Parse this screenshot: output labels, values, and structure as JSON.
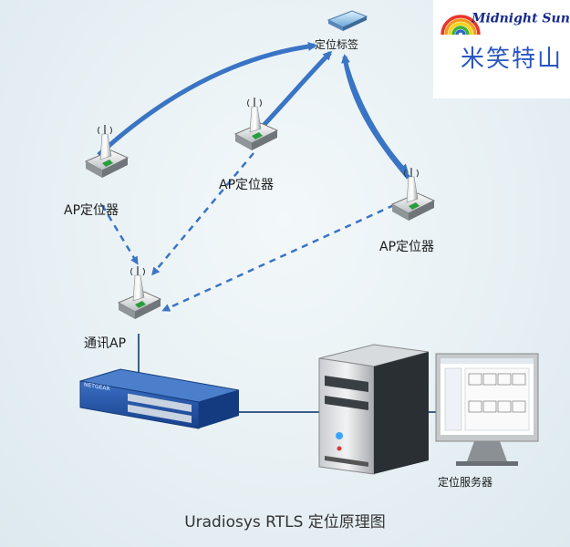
{
  "brand": {
    "name_en": "Midnight Sun",
    "registered_mark": "®",
    "name_cn": "米笑特山"
  },
  "nodes": {
    "tag": "定位标签",
    "ap_left": "AP定位器",
    "ap_middle": "AP定位器",
    "ap_right": "AP定位器",
    "comm_ap": "通讯AP",
    "server": "定位服务器"
  },
  "switch_label": "NETGEAR",
  "caption": "Uradiosys RTLS 定位原理图",
  "colors": {
    "solid_arrow": "#3a74c4",
    "dashed_arrow": "#3a74c4",
    "cable": "#3c5f8c",
    "switch_body": "#1e4fa0"
  }
}
